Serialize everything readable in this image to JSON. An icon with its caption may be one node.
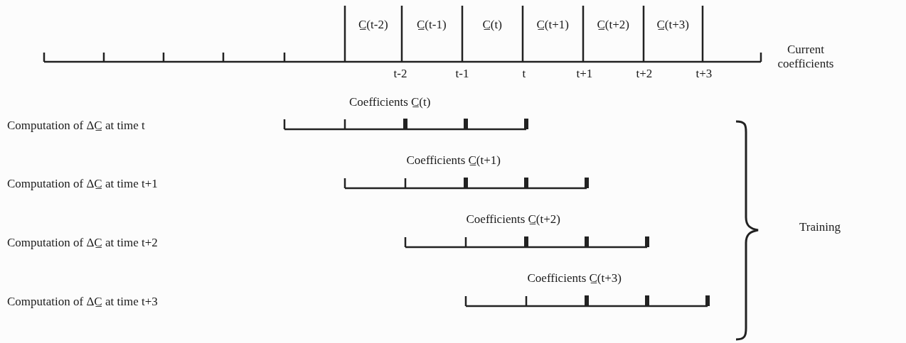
{
  "diagram": {
    "labels": [
      "C̲(t-2)",
      "C̲(t-1)",
      "C̲(t)",
      "C̲(t+1)",
      "C̲(t+2)",
      "C̲(t+3)",
      "Current coefficients",
      "t-2",
      "t-1",
      "t",
      "t+1",
      "t+2",
      "t+3",
      "Coefficients C̲(t)",
      "Computation of ΔC̲ at time t",
      "Coefficients C̲(t+1)",
      "Computation of ΔC̲ at time t+1",
      "Coefficients C̲(t+2)",
      "Computation of ΔC̲ at time t+2",
      "Coefficients C̲(t+3)",
      "Computation of ΔC̲ at time t+3",
      "Training"
    ]
  }
}
